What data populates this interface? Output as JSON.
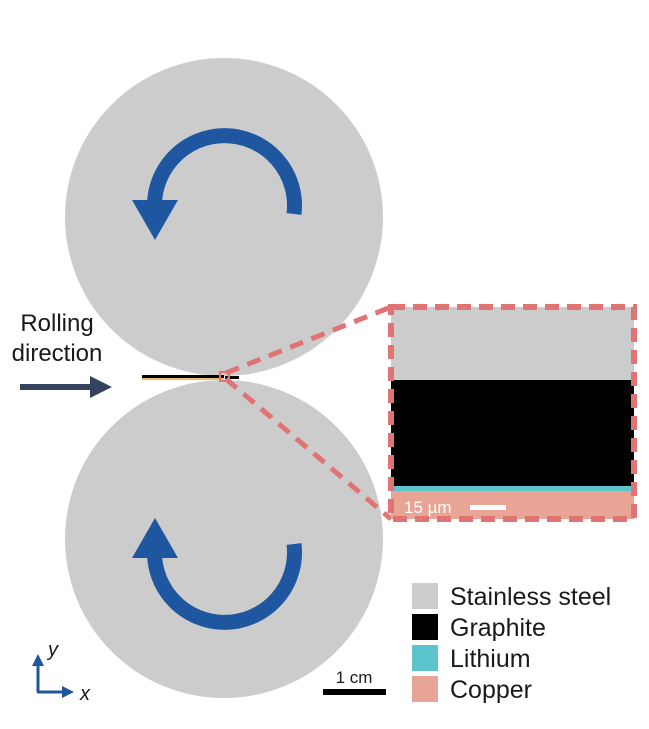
{
  "labels": {
    "rolling_line1": "Rolling",
    "rolling_line2": "direction",
    "axis_y": "y",
    "axis_x": "x",
    "scale_main": "1 cm",
    "scale_inset": "15 µm"
  },
  "legend": [
    {
      "label": "Stainless steel",
      "color": "#cccccc"
    },
    {
      "label": "Graphite",
      "color": "#000000"
    },
    {
      "label": "Lithium",
      "color": "#5bc4cd"
    },
    {
      "label": "Copper",
      "color": "#e8a495"
    }
  ],
  "colors": {
    "roller": "#cccccc",
    "rotation_arrow": "#1f56a0",
    "direction_arrow": "#34445e",
    "zoom_dash": "#e07373"
  }
}
